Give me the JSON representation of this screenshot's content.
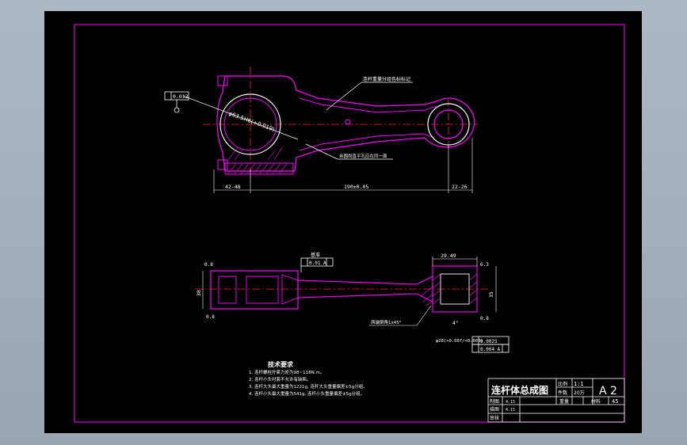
{
  "colors": {
    "frame": "#ff00ff",
    "outline": "#ffffff",
    "centerline": "#ff2020",
    "hatch": "#ff00ff",
    "text": "#ffffff",
    "background": "#000000"
  },
  "top_view": {
    "annotations": {
      "weight_group_note": "连杆重量分组色标标记",
      "bore_size": "φ63.5H6(+0.019)",
      "tolerance_frame": "0.012",
      "parallel_note": "余圆尚直平孔应在同一面"
    },
    "dimensions": {
      "left": "42-48",
      "center": "190±0.05",
      "right": "22-26"
    }
  },
  "side_view": {
    "annotations": {
      "datum_label": "基准",
      "datum_frame": "0.01 A",
      "small_end_width": "29.49",
      "small_end_angle": "4°",
      "tol_frame_1": "0.0025",
      "tol_frame_2": "0.004 A",
      "fillet_note": "两端倒角1x45°",
      "bore_dim": "φ28(+0.007/+0.003)",
      "big_end_height": "38",
      "small_end_height": "35",
      "roughness_left_top": "0.8",
      "roughness_left_bottom": "0.8",
      "roughness_right_top": "6.3",
      "roughness_right_bottom": "0.8"
    }
  },
  "tech_requirements": {
    "title": "技术要求",
    "items": [
      "1. 连杆螺栓拧紧力矩为98~118N.m。",
      "2. 连杆小头衬套不允许有缺陷。",
      "3. 连杆大头最大重量为1221g, 连杆大头重量偏差±5g分组。",
      "4. 连杆小头最大重量为541g, 连杆小头重量偏差±5g分组。"
    ]
  },
  "title_block": {
    "drawing_title": "连杆体总成图",
    "scale_label": "比例",
    "scale_value": "1:1",
    "sheet_label": "件数",
    "sheet_value": "20万",
    "size_value": "A 2",
    "weight_label": "重量",
    "material_label": "材料",
    "material_value": "45",
    "rows": [
      {
        "label": "制图",
        "date": "4.15"
      },
      {
        "label": "描图",
        "date": "4.15"
      },
      {
        "label": "审核",
        "date": ""
      }
    ]
  }
}
